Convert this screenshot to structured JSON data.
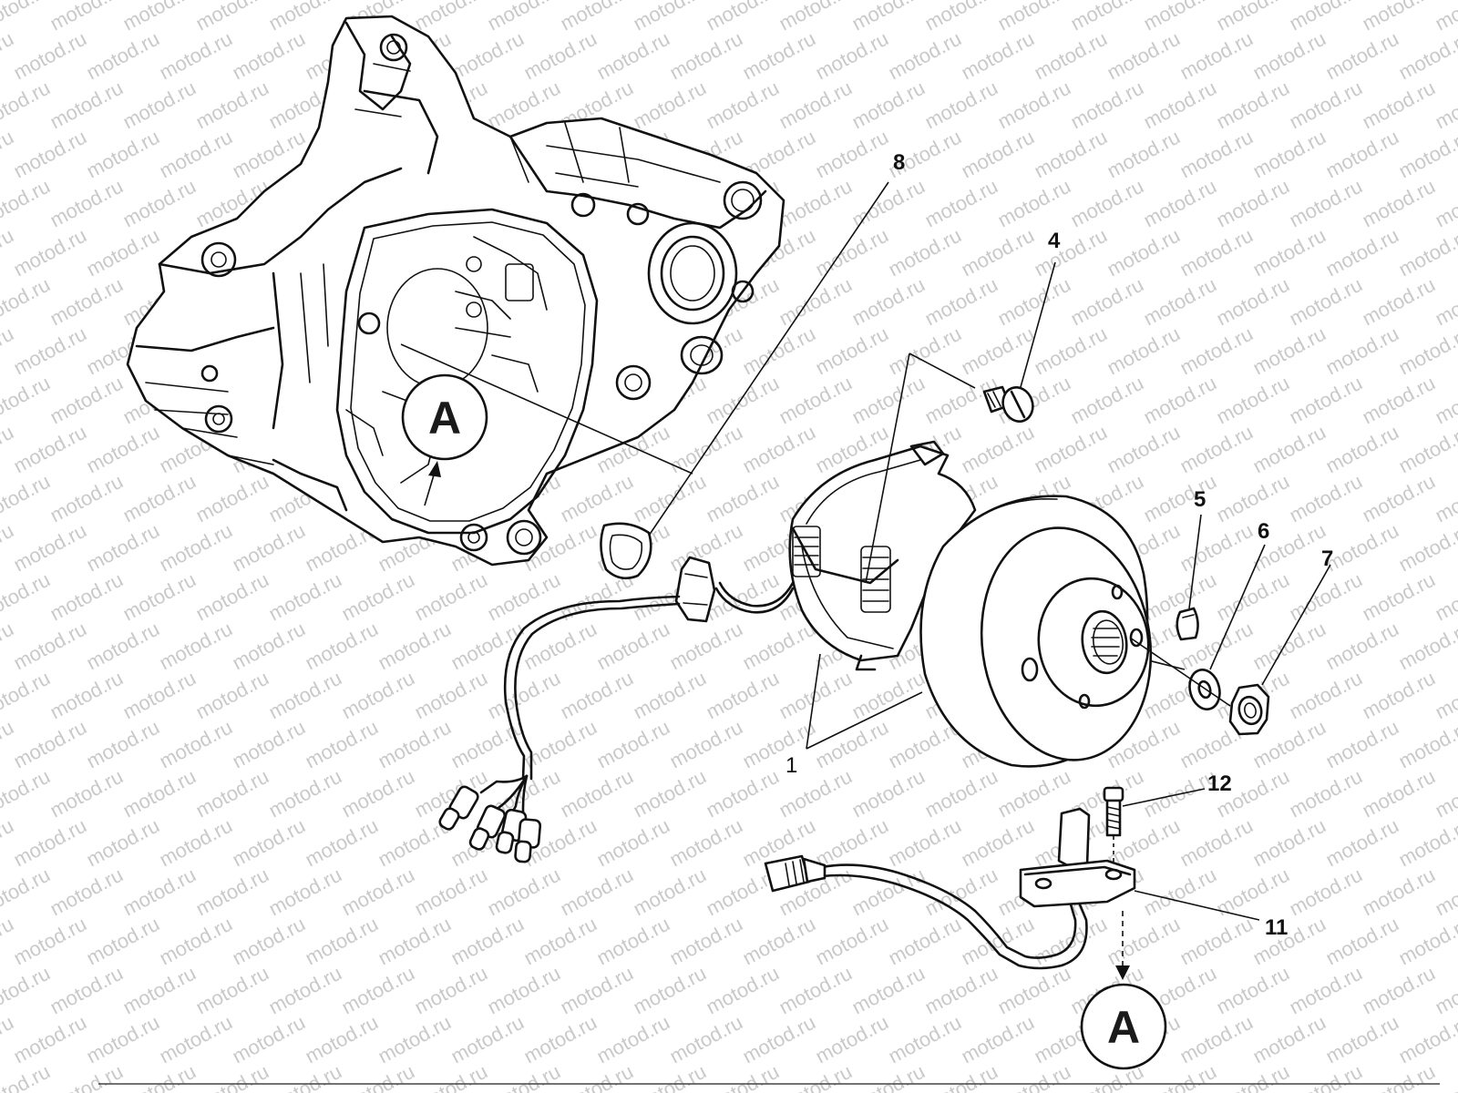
{
  "watermark": {
    "text": "motod.ru",
    "color": "#c9c9c9"
  },
  "callouts": {
    "c1": "1",
    "c4": "4",
    "c5": "5",
    "c6": "6",
    "c7": "7",
    "c8": "8",
    "c11": "11",
    "c12": "12"
  },
  "view_markers": {
    "upper": "A",
    "lower": "A"
  },
  "parts": [
    "crankcase",
    "stator-assembly",
    "flywheel-rotor",
    "grommet",
    "screw",
    "woodruff-key",
    "washer",
    "nut",
    "pickup-sensor",
    "pickup-screw"
  ]
}
